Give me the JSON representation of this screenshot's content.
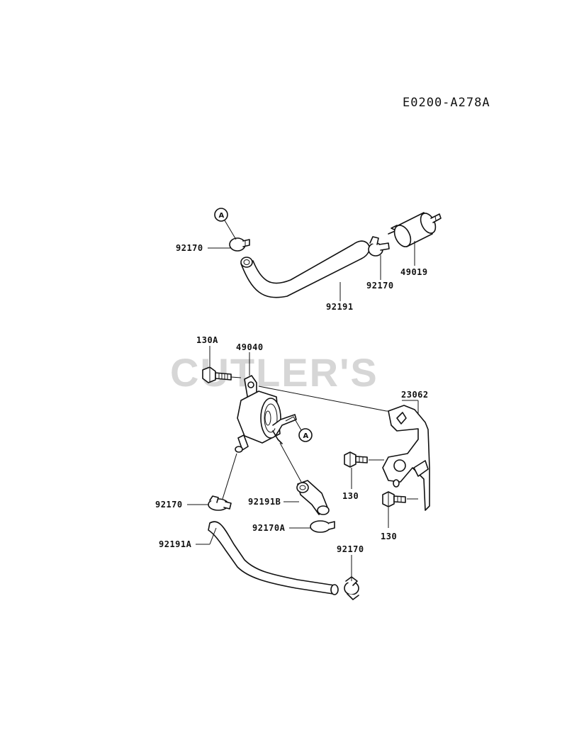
{
  "diagram_code": "E0200-A278A",
  "watermark": "CUTLER'S",
  "callout_letter": "A",
  "labels": {
    "clamp_top_left": "92170",
    "hose_top": "92191",
    "clamp_top_right": "92170",
    "fuel_filter": "49019",
    "bolt_130a": "130A",
    "fuel_pump": "49040",
    "bracket": "23062",
    "bolt_130_upper": "130",
    "bolt_130_lower": "130",
    "clamp_mid_left": "92170",
    "hose_b": "92191B",
    "clamp_a": "92170A",
    "hose_a": "92191A",
    "clamp_bottom": "92170"
  }
}
